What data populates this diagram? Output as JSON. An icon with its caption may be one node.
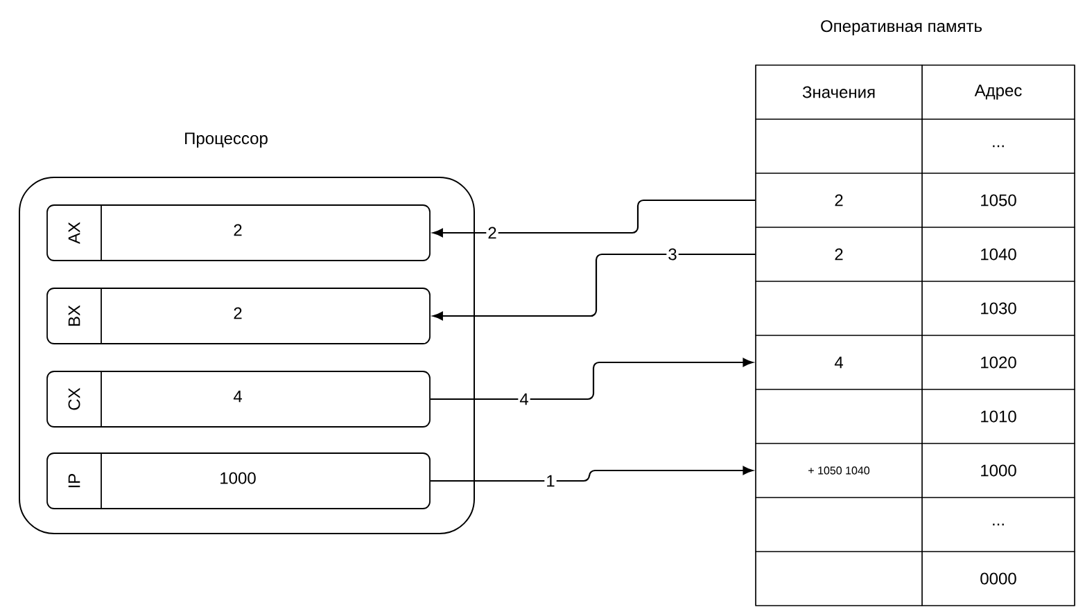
{
  "diagram": {
    "nodes": [
      {
        "text": [
          "Процессор"
        ]
      },
      {
        "text": [
          "AX",
          "2"
        ],
        "in": 0
      },
      {
        "text": [
          "BX",
          "2"
        ],
        "in": 0
      },
      {
        "text": [
          "CX",
          "4"
        ],
        "in": 0
      },
      {
        "text": [
          "IP",
          "1000"
        ],
        "in": 0
      },
      {
        "text": [
          "Оперативная память"
        ]
      },
      {
        "text": [
          "Значения"
        ],
        "in": 5
      },
      {
        "text": [
          "Адрес"
        ],
        "in": 5
      },
      {
        "text": [],
        "shape": "box",
        "in": 5
      },
      {
        "text": [
          "..."
        ],
        "in": 5
      },
      {
        "text": [
          "2"
        ],
        "in": 5
      },
      {
        "text": [
          "1050"
        ],
        "in": 5
      },
      {
        "text": [
          "2"
        ],
        "in": 5
      },
      {
        "text": [
          "1040"
        ],
        "in": 5
      },
      {
        "text": [],
        "shape": "box",
        "in": 5
      },
      {
        "text": [
          "1030"
        ],
        "in": 5
      },
      {
        "text": [
          "4"
        ],
        "in": 5
      },
      {
        "text": [
          "1020"
        ],
        "in": 5
      },
      {
        "text": [],
        "shape": "box",
        "in": 5
      },
      {
        "text": [
          "1010"
        ],
        "in": 5
      },
      {
        "text": [
          "+ 1050 1040"
        ],
        "in": 5
      },
      {
        "text": [
          "1000"
        ],
        "in": 5
      },
      {
        "text": [],
        "shape": "box",
        "in": 5
      },
      {
        "text": [
          "..."
        ],
        "in": 5
      },
      {
        "text": [],
        "shape": "box",
        "in": 5
      },
      {
        "text": [
          "0000"
        ],
        "in": 5
      }
    ],
    "edges": [
      {
        "from": 10,
        "to": 1,
        "arrow": "to",
        "label": "2"
      },
      {
        "from": 12,
        "to": 2,
        "arrow": "to",
        "label": "3"
      },
      {
        "from": 3,
        "to": 16,
        "arrow": "to",
        "label": "4"
      },
      {
        "from": 4,
        "to": 20,
        "arrow": "to",
        "label": "1"
      }
    ]
  }
}
